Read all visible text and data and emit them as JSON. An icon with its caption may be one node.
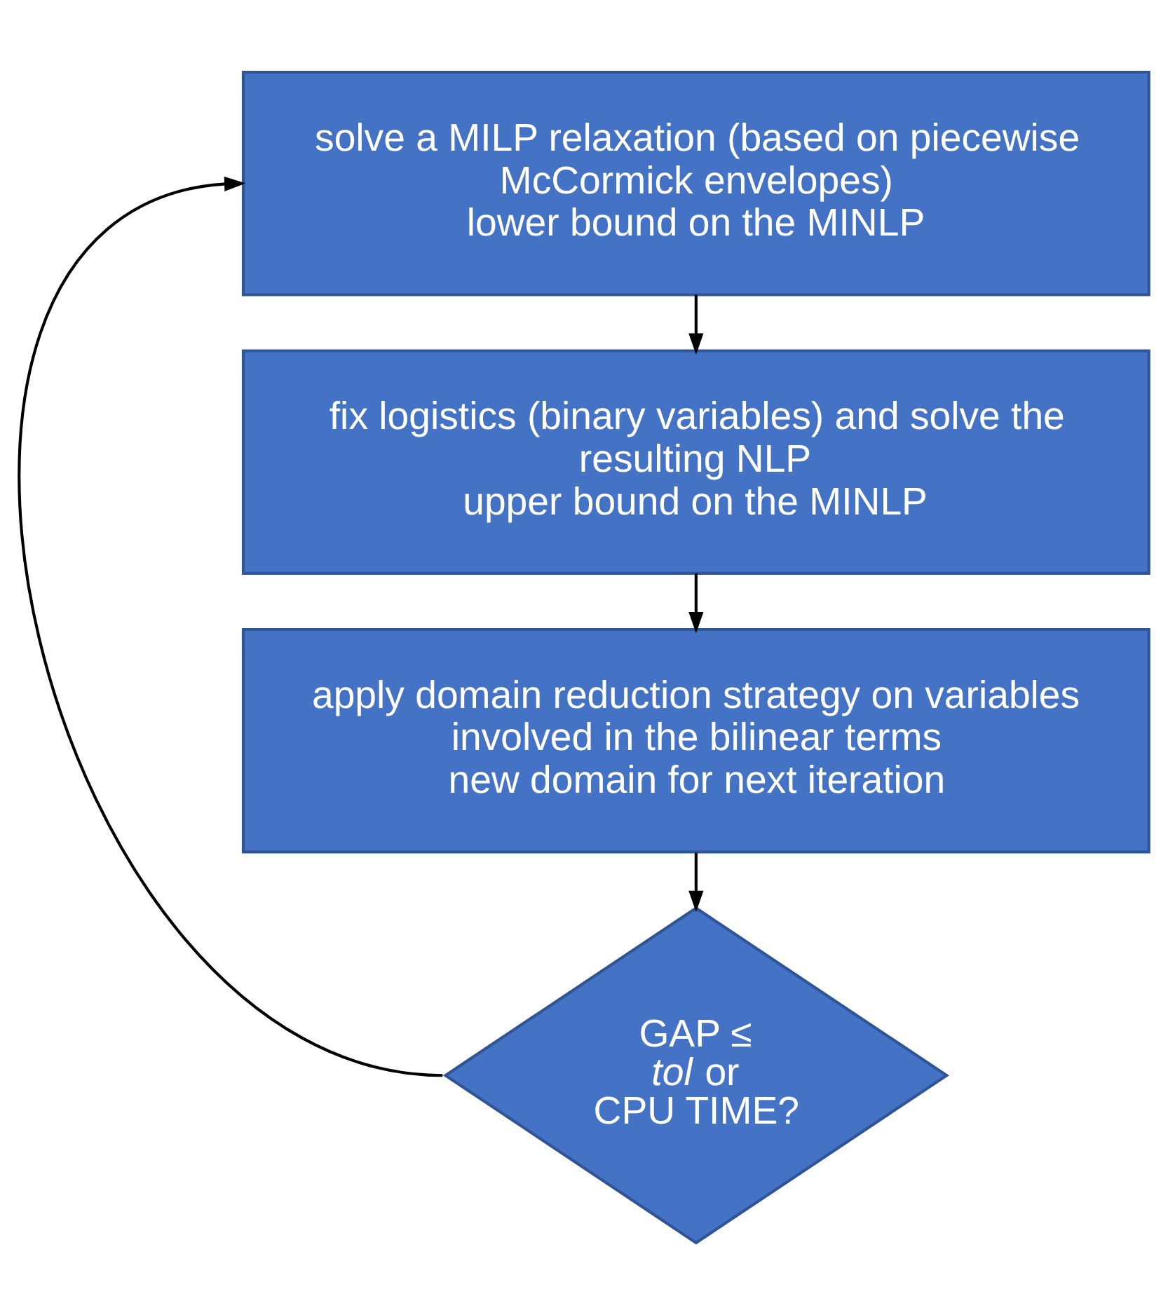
{
  "diagram": {
    "nodes": [
      {
        "text": [
          "solve a MILP relaxation (based on piecewise McCormick envelopes)",
          "lower bound on the MINLP"
        ]
      },
      {
        "text": [
          "fix logistics (binary variables) and solve the resulting NLP",
          "upper bound on the MINLP"
        ]
      },
      {
        "text": [
          "apply domain reduction strategy on variables involved in the bilinear terms",
          "new domain for next iteration"
        ]
      },
      {
        "text": [
          "GAP ≤ *tol* or CPU TIME?"
        ]
      }
    ],
    "edges": [
      {
        "from": 0,
        "to": 1,
        "arrow": "to"
      },
      {
        "from": 1,
        "to": 2,
        "arrow": "to"
      },
      {
        "from": 2,
        "to": 3,
        "arrow": "to"
      },
      {
        "from": 3,
        "to": 0,
        "arrow": "to"
      }
    ]
  }
}
